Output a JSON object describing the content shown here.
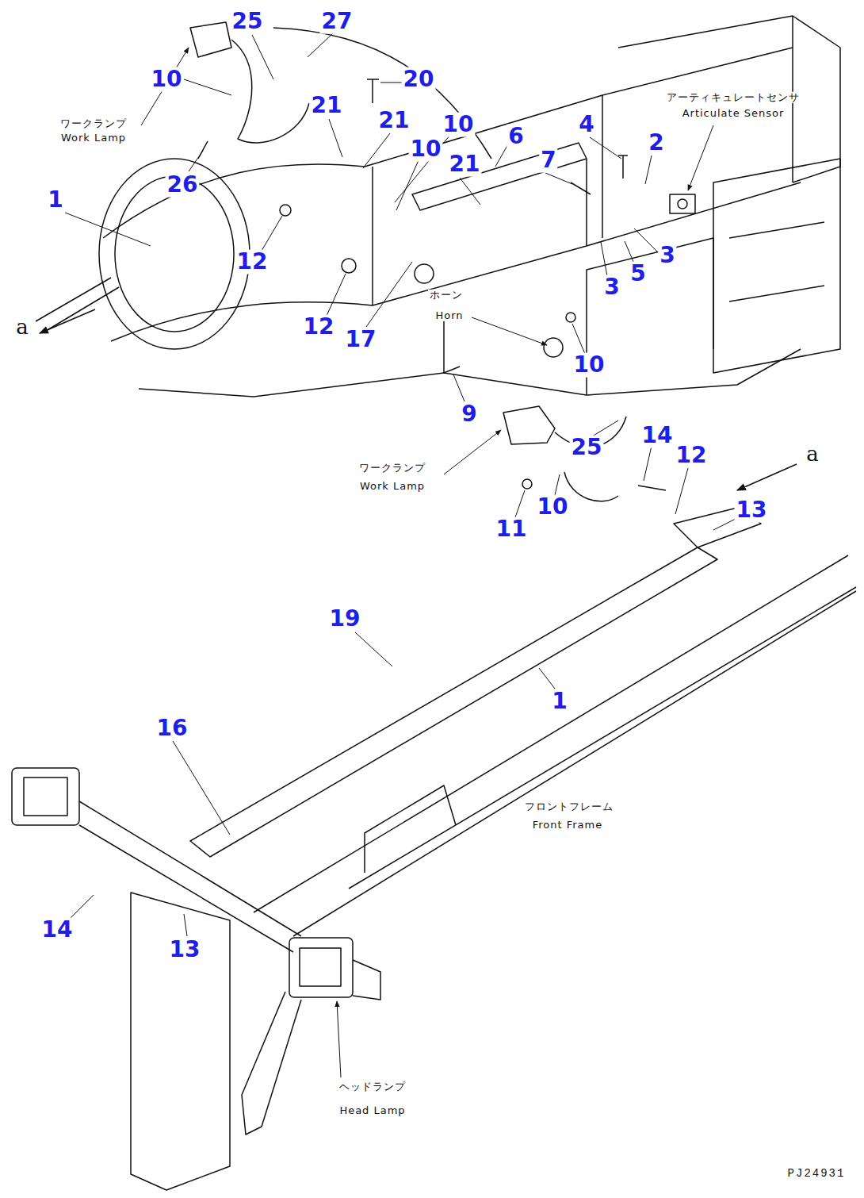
{
  "diagram": {
    "labels": [
      "25",
      "27",
      "10",
      "20",
      "ワークランプ",
      "Work Lamp",
      "21",
      "21",
      "10",
      "6",
      "4",
      "2",
      "アーティキュレートセンサ",
      "Articulate Sensor",
      "7",
      "10",
      "21",
      "1",
      "26",
      "12",
      "3",
      "5",
      "3",
      "ホーン",
      "Horn",
      "12",
      "a",
      "17",
      "10",
      "9",
      "14",
      "25",
      "a",
      "12",
      "ワークランプ",
      "Work Lamp",
      "10",
      "13",
      "11",
      "19",
      "1",
      "16",
      "フロントフレーム",
      "Front Frame",
      "14",
      "13",
      "ヘッドランプ",
      "Head Lamp",
      "PJ24931"
    ]
  }
}
